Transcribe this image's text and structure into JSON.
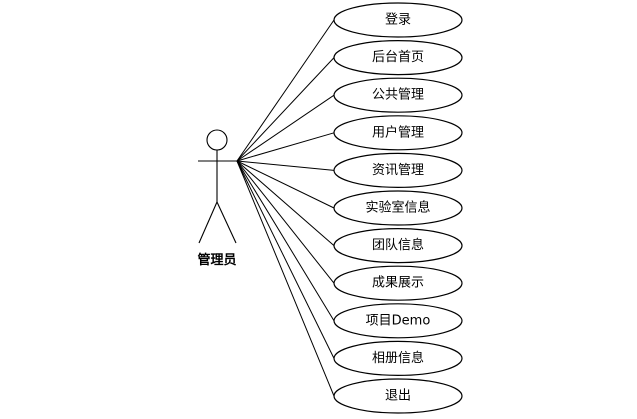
{
  "actor": {
    "name": "管理员"
  },
  "use_cases": [
    {
      "label": "登录"
    },
    {
      "label": "后台首页"
    },
    {
      "label": "公共管理"
    },
    {
      "label": "用户管理"
    },
    {
      "label": "资讯管理"
    },
    {
      "label": "实验室信息"
    },
    {
      "label": "团队信息"
    },
    {
      "label": "成果展示"
    },
    {
      "label": "项目Demo"
    },
    {
      "label": "相册信息"
    },
    {
      "label": "退出"
    }
  ]
}
